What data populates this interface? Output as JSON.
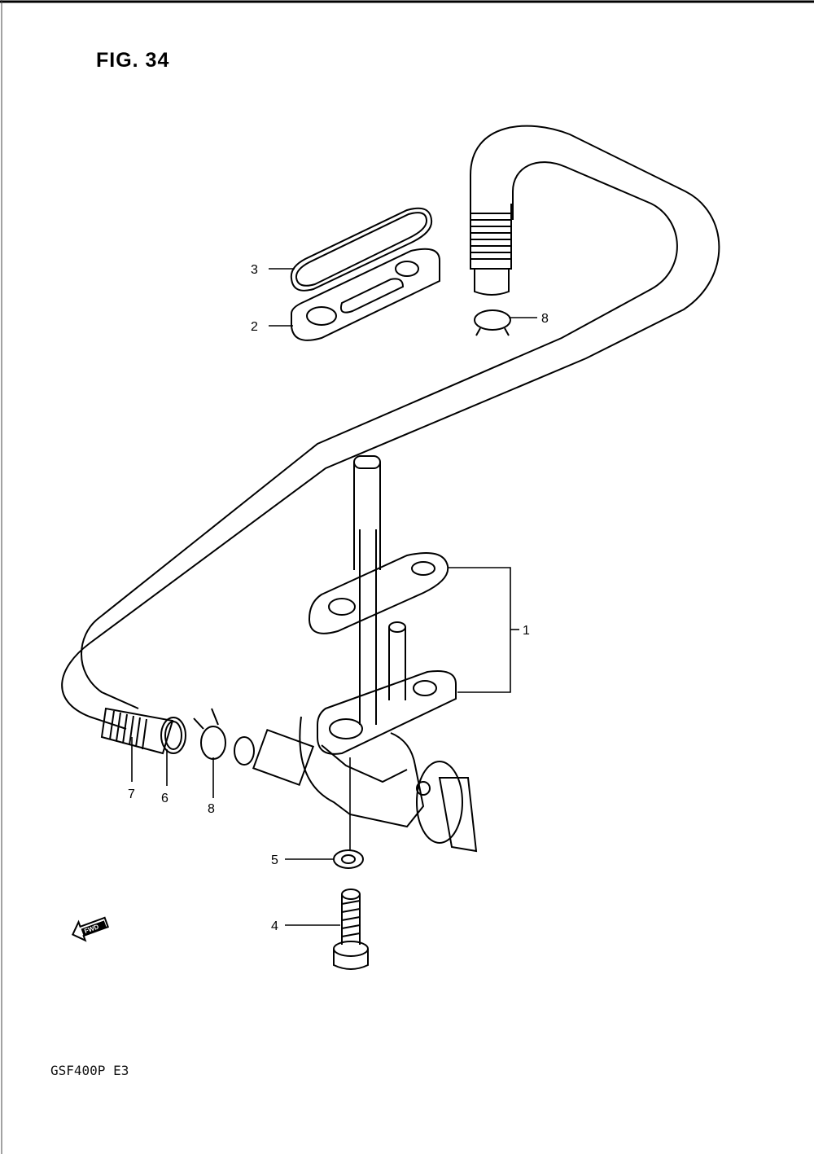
{
  "figure": {
    "title": "FIG. 34",
    "model_code": "GSF400P E3"
  },
  "callouts": [
    {
      "part": "1",
      "label": "1"
    },
    {
      "part": "2",
      "label": "2"
    },
    {
      "part": "3",
      "label": "3"
    },
    {
      "part": "4",
      "label": "4"
    },
    {
      "part": "5",
      "label": "5"
    },
    {
      "part": "6",
      "label": "6"
    },
    {
      "part": "7",
      "label": "7"
    },
    {
      "part": "8a",
      "label": "8"
    },
    {
      "part": "8b",
      "label": "8"
    }
  ],
  "fwd_badge": {
    "label": "FWD"
  },
  "colors": {
    "ink": "#000000",
    "paper": "#ffffff"
  }
}
